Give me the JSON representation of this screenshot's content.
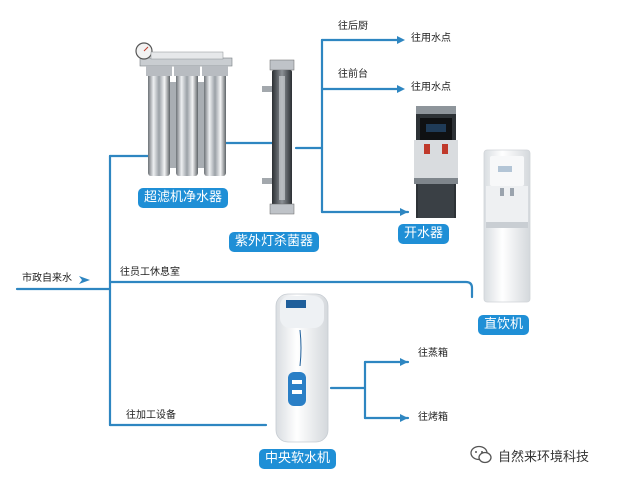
{
  "labels": {
    "source": "市政自来水",
    "back_kitchen": "往后厨",
    "front_desk": "往前台",
    "water_point_1": "往用水点",
    "water_point_2": "往用水点",
    "staff_lounge": "往员工休息室",
    "processing_equipment": "往加工设备",
    "steamer": "往蒸箱",
    "oven": "往烤箱"
  },
  "devices": {
    "ultrafilter": "超滤机净水器",
    "uv_sterilizer": "紫外灯杀菌器",
    "water_boiler": "开水器",
    "direct_drinker": "直饮机",
    "softener": "中央软水机"
  },
  "watermark": "自然来环境科技",
  "colors": {
    "pipe": "#2e86c1",
    "pill": "#1f8fd6",
    "accent": "#1f8fd6"
  }
}
